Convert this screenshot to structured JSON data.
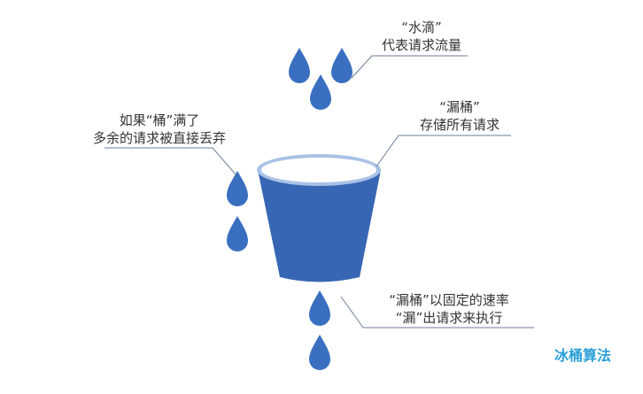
{
  "labels": {
    "water_drop": {
      "line1": "“水滴”",
      "line2": "代表请求流量"
    },
    "bucket": {
      "line1": "“漏桶”",
      "line2": "存储所有请求"
    },
    "overflow": {
      "line1": "如果“桶”满了",
      "line2": "多余的请求被直接丢弃"
    },
    "leak": {
      "line1": "“漏桶”以固定的速率",
      "line2": "“漏”出请求来执行"
    }
  },
  "caption": "冰桶算法",
  "colors": {
    "drop": "#3a6fc0",
    "bucket_body": "#3766b4",
    "bucket_rim": "#a9c2e6",
    "bucket_inner": "#ffffff",
    "pointer_line": "#6b7d99",
    "caption": "#2a9fd8"
  }
}
